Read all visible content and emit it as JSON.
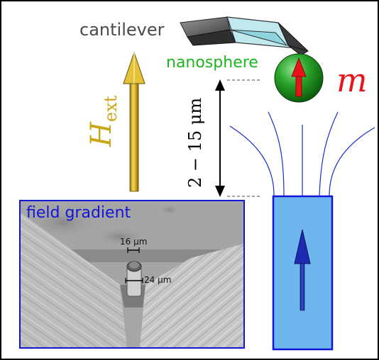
{
  "labels": {
    "cantilever": "cantilever",
    "nanosphere": "nanosphere",
    "moment": "m",
    "hext_main": "H",
    "hext_sub": "ext",
    "distance": "2 − 15 μm",
    "field_gradient": "field gradient",
    "scale_top": "16 μm",
    "scale_bottom": "24 μm"
  },
  "colors": {
    "nanosphere_label": "#1fb51f",
    "moment": "#e8141a",
    "field_arrow": "#d8b422",
    "field_lines": "#1a2ad6",
    "magnet_fill": "#6eb6ee",
    "magnet_border": "#1414d8",
    "magnet_arrow": "#1e2bb0"
  }
}
